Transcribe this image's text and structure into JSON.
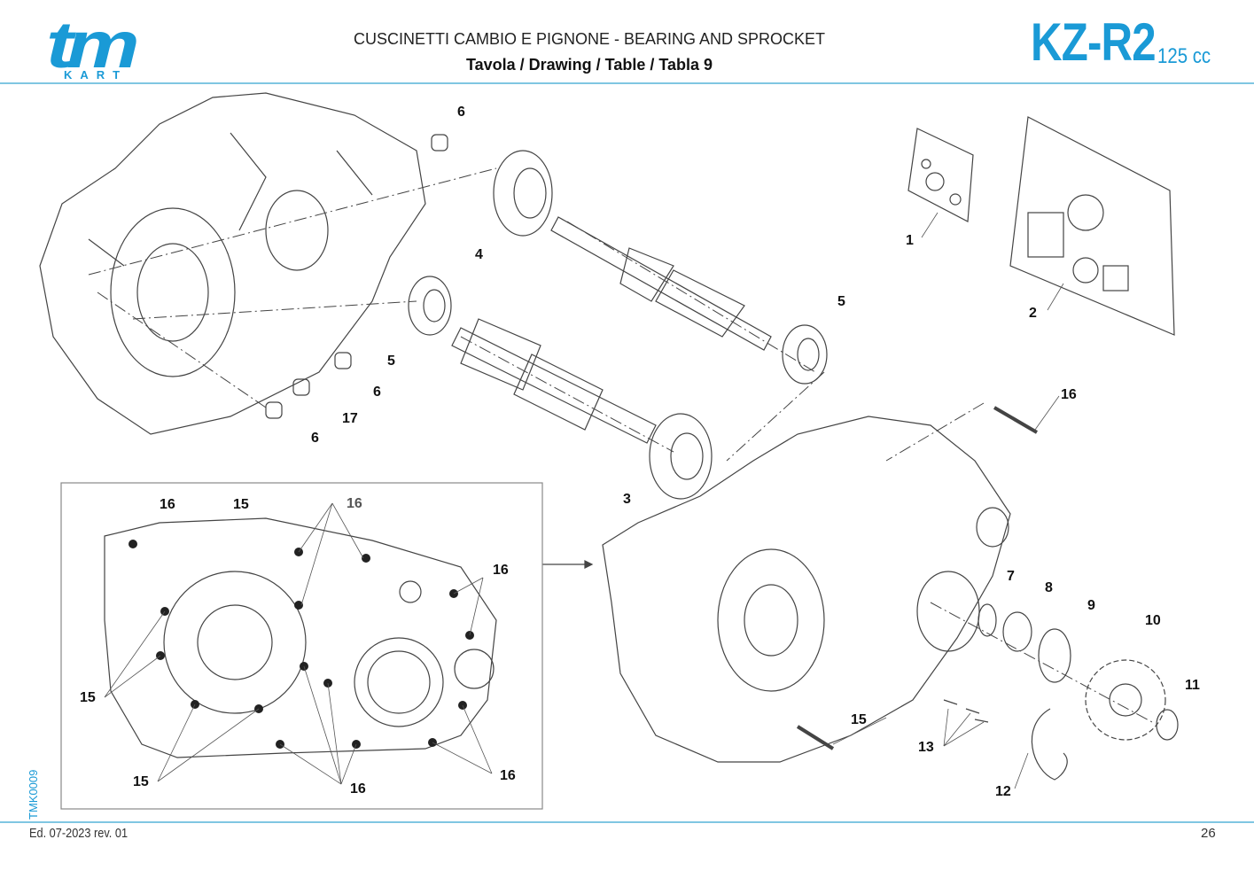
{
  "header": {
    "brand_logo": "tm",
    "brand_sub": "KART",
    "title": "CUSCINETTI CAMBIO E PIGNONE - BEARING AND SPROCKET",
    "subtitle": "Tavola / Drawing / Table  / Tabla  9",
    "model": "KZ-R2",
    "displacement": "125 cc"
  },
  "side_code": "TMK0009",
  "footer": {
    "edition": "Ed. 07-2023  rev. 01",
    "page": "26"
  },
  "colors": {
    "brand": "#1a9ad6",
    "rule": "#7fc6e2",
    "line": "#333333"
  },
  "callouts": {
    "main": [
      "6",
      "4",
      "5",
      "5",
      "6",
      "17",
      "6",
      "1",
      "2",
      "16",
      "3",
      "7",
      "8",
      "9",
      "10",
      "11",
      "15",
      "13",
      "12"
    ],
    "inset": [
      "16",
      "15",
      "16",
      "16",
      "15",
      "15",
      "16",
      "16"
    ]
  }
}
